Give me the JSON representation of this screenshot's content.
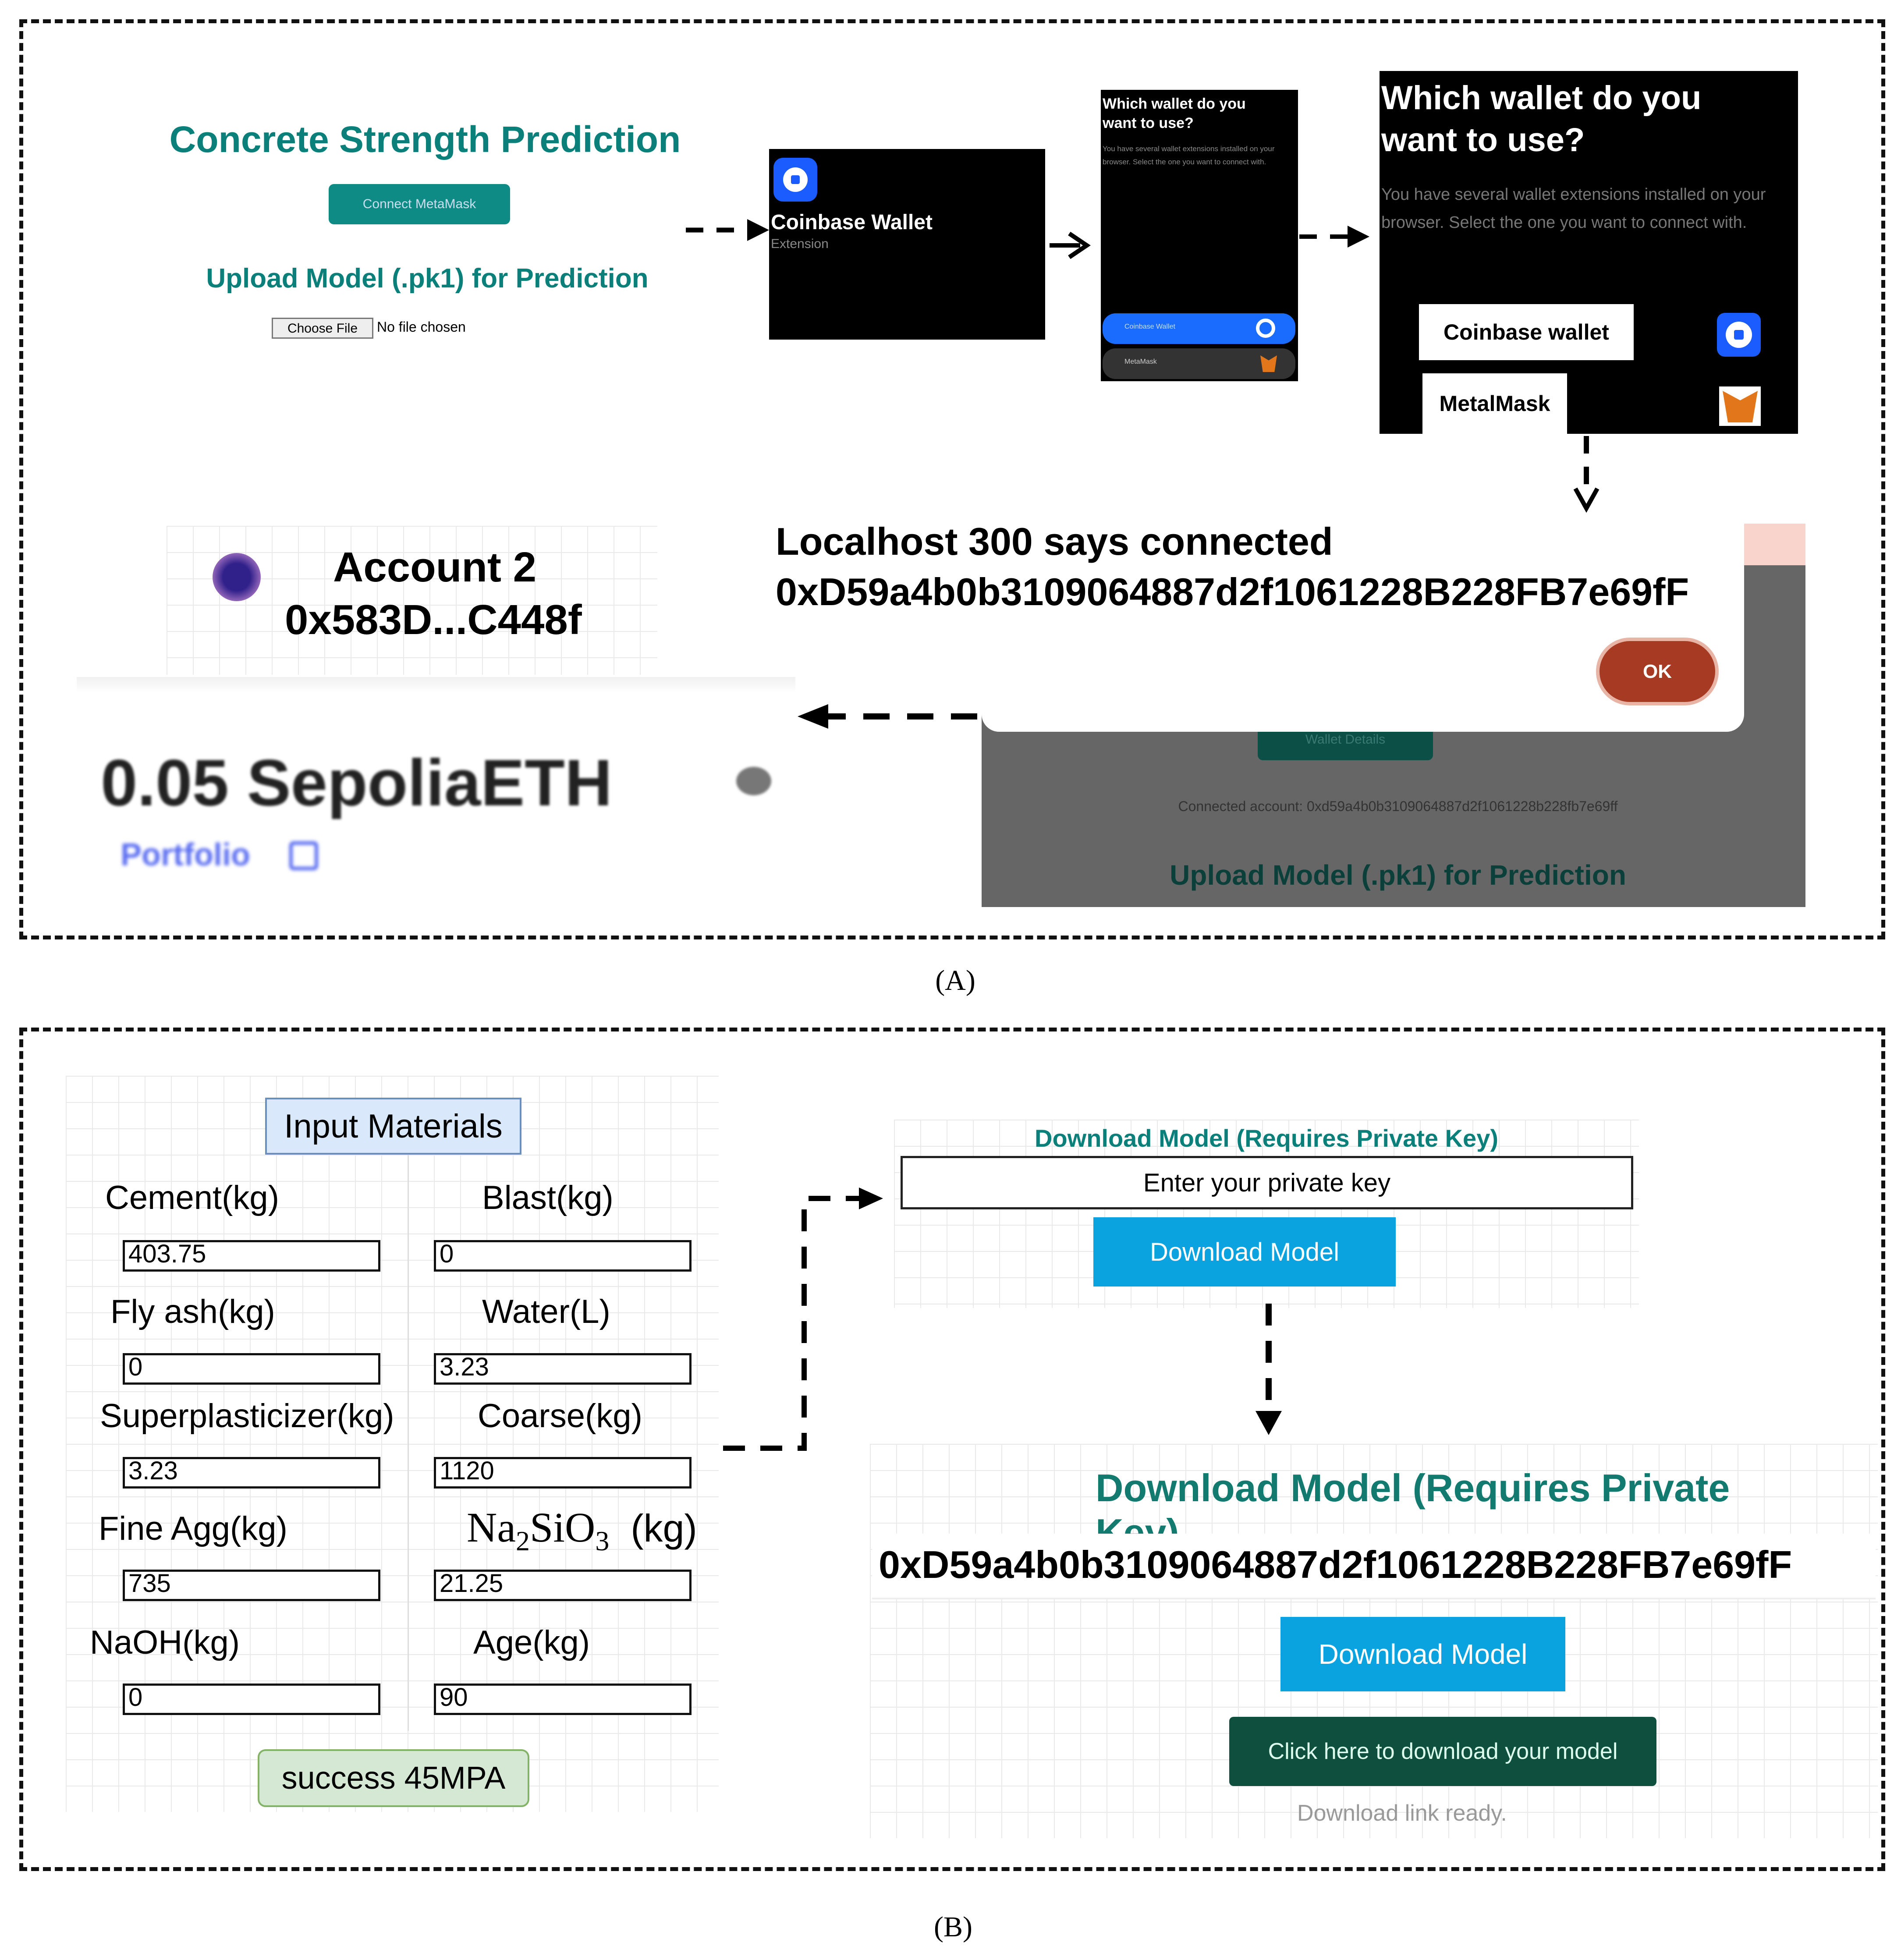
{
  "panel_a": {
    "caption": "(A)",
    "app": {
      "title": "Concrete Strength Prediction",
      "connect_button": "Connect MetaMask",
      "upload_title": "Upload Model (.pk1) for Prediction",
      "choose_file": "Choose File",
      "no_file": "No file chosen"
    },
    "coinbase_popup": {
      "name": "Coinbase Wallet",
      "sub": "Extension"
    },
    "wallet_small": {
      "title": "Which wallet do you want to use?",
      "desc": "You have several wallet extensions installed on your browser. Select the one you want to connect with.",
      "options": [
        "Coinbase Wallet",
        "MetaMask"
      ]
    },
    "wallet_large": {
      "title": "Which wallet do you want to use?",
      "desc": "You have several wallet extensions installed on your browser. Select the one you want to connect with.",
      "options": [
        "Coinbase wallet",
        "MetalMask"
      ]
    },
    "alert": {
      "line1": "Localhost 300 says connected",
      "line2": "0xD59a4b0b3109064887d2f1061228B228FB7e69fF",
      "ok": "OK",
      "behind_button": "Wallet Details",
      "connected_account": "Connected account: 0xd59a4b0b3109064887d2f1061228b228fb7e69ff",
      "upload_title": "Upload Model (.pk1) for Prediction"
    },
    "account": {
      "name": "Account 2",
      "address": "0x583D...C448f",
      "balance": "0.05 SepoliaETH",
      "portfolio": "Portfolio"
    }
  },
  "panel_b": {
    "caption": "(B)",
    "form": {
      "title": "Input Materials",
      "fields": [
        {
          "label": "Cement(kg)",
          "value": "403.75"
        },
        {
          "label": "Blast(kg)",
          "value": "0"
        },
        {
          "label": "Fly ash(kg)",
          "value": "0"
        },
        {
          "label": "Water(L)",
          "value": "3.23"
        },
        {
          "label": "Superplasticizer(kg)",
          "value": "3.23"
        },
        {
          "label": "Coarse(kg)",
          "value": "1120"
        },
        {
          "label": "Fine Agg(kg)",
          "value": "735"
        },
        {
          "label": "Na2SiO3 (kg)",
          "value": "21.25"
        },
        {
          "label": "NaOH(kg)",
          "value": "0"
        },
        {
          "label": "Age(kg)",
          "value": "90"
        }
      ],
      "result": "success 45MPA"
    },
    "download_small": {
      "title": "Download Model (Requires Private Key)",
      "placeholder": "Enter your private key",
      "button": "Download Model"
    },
    "download_large": {
      "title": "Download Model (Requires Private Key)",
      "key": "0xD59a4b0b3109064887d2f1061228B228FB7e69fF",
      "button": "Download Model",
      "link_button": "Click here to download your model",
      "status": "Download link ready."
    }
  }
}
